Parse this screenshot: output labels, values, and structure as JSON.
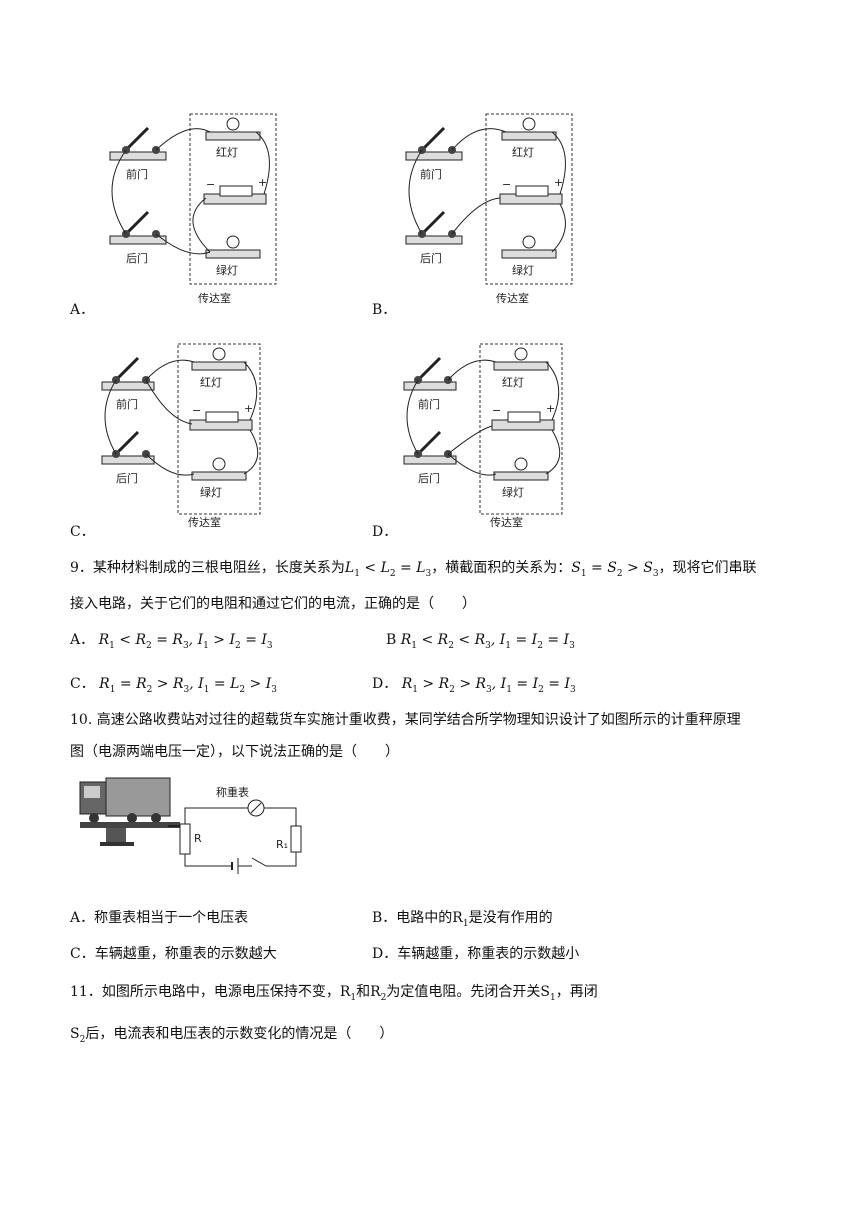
{
  "q8": {
    "options": [
      {
        "letter": "A．",
        "front": "前门",
        "back": "后门",
        "red": "红灯",
        "green": "绿灯",
        "room": "传达室"
      },
      {
        "letter": "B．",
        "front": "前门",
        "back": "后门",
        "red": "红灯",
        "green": "绿灯",
        "room": "传达室"
      },
      {
        "letter": "C．",
        "front": "前门",
        "back": "后门",
        "red": "红灯",
        "green": "绿灯",
        "room": "传达室"
      },
      {
        "letter": "D．",
        "front": "前门",
        "back": "后门",
        "red": "红灯",
        "green": "绿灯",
        "room": "传达室"
      }
    ],
    "minus": "−",
    "plus": "+"
  },
  "q9": {
    "line1_a": "9．某种材料制成的三根电阻丝，长度关系为",
    "line1_b": "，横截面积的关系为：",
    "line1_c": "，现将它们串联",
    "line2": "接入电路，关于它们的电阻和通过它们的电流，正确的是（　　）",
    "opt_a_label": "A．",
    "opt_b_label": "B",
    "opt_c_label": "C．",
    "opt_d_label": "D．"
  },
  "q10": {
    "line1": "10. 高速公路收费站对过往的超载货车实施计重收费，某同学结合所学物理知识设计了如图所示的计重秤原理",
    "line2": "图（电源两端电压一定），以下说法正确的是（　　）",
    "meter_label": "称重表",
    "r_label": "R",
    "r1_label": "R₁",
    "opt_a": "A．称重表相当于一个电压表",
    "opt_b_1": "B．电路中的",
    "opt_b_2": "是没有作用的",
    "opt_c": "C．车辆越重，称重表的示数越大",
    "opt_d": "D．车辆越重，称重表的示数越小"
  },
  "q11": {
    "line1_a": "11．如图所示电路中，电源电压保持不变，",
    "line1_b": "和",
    "line1_c": "为定值电阻。先闭合开关",
    "line1_d": "，再闭",
    "line2": "后，电流表和电压表的示数变化的情况是（　　）"
  }
}
